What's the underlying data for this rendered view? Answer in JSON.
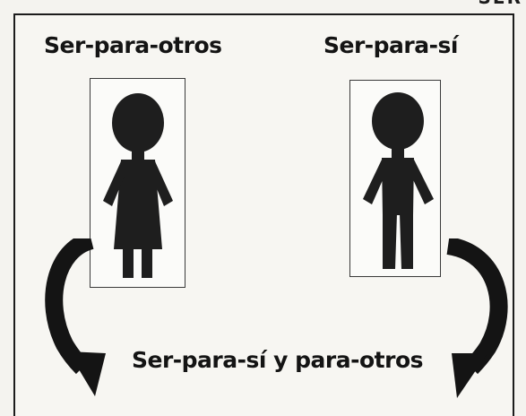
{
  "diagram": {
    "left_label": "Ser-para-otros",
    "right_label": "Ser-para-sí",
    "bottom_label": "Ser-para-sí y para-otros",
    "top_cropped_text": "SER",
    "colors": {
      "ink": "#141414",
      "figure": "#1e1e1e",
      "paper": "#f7f6f2"
    },
    "icons": {
      "left_figure": "person-dress-silhouette-icon",
      "right_figure": "person-silhouette-icon",
      "left_arrow": "curved-arrow-down-right-icon",
      "right_arrow": "curved-arrow-down-left-icon"
    }
  }
}
